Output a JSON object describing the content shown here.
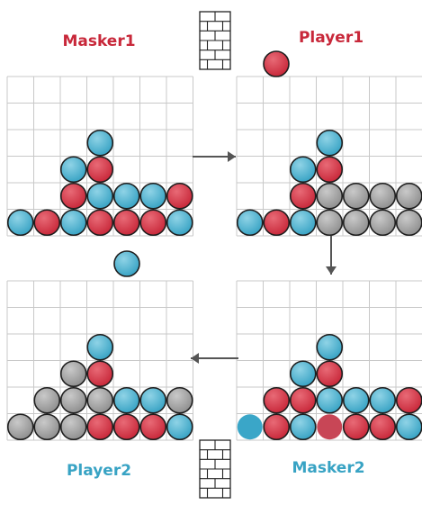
{
  "labels": {
    "top_left": "Masker1",
    "top_right": "Player1",
    "bottom_left": "Player2",
    "bottom_right": "Masker2"
  },
  "colors": {
    "red": "#c8283a",
    "blue": "#38a3c4",
    "gray": "#8f8f8f",
    "grid": "#c8c8c8",
    "arrow": "#555555",
    "label_red": "#c8283a",
    "label_blue": "#38a3c4"
  },
  "icons": [
    "wall-icon-top",
    "wall-icon-bottom"
  ],
  "boards": {
    "top_left": {
      "rows": [
        ".......",
        ".......",
        "...B...",
        "..BR...",
        "..RBBBR",
        "BRBRRRB"
      ]
    },
    "top_right": {
      "rows": [
        ".......",
        ".......",
        "...B...",
        "..BR...",
        "..RGGGG",
        "BRBGGGG"
      ],
      "floating": "R"
    },
    "bottom_left": {
      "rows": [
        ".......",
        ".......",
        "...B...",
        "..GR...",
        ".GGGBBG",
        "GGGRRRB"
      ],
      "floating": "B"
    },
    "bottom_right": {
      "rows": [
        ".......",
        ".......",
        "...B...",
        "..BR...",
        ".RRBBBR",
        "bRBrRRB"
      ]
    }
  }
}
